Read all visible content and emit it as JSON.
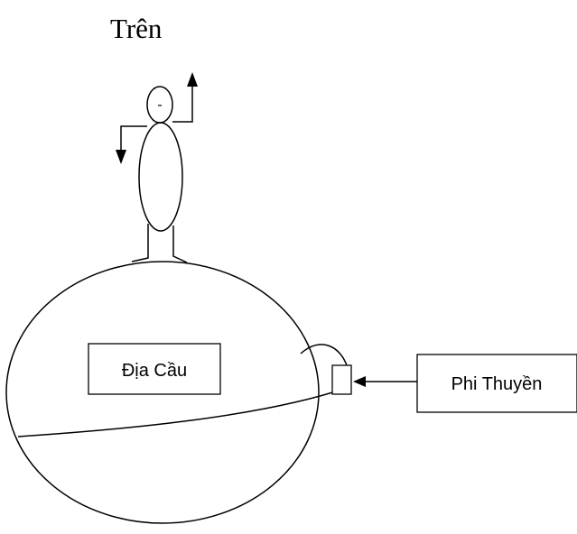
{
  "top_label": "Trên",
  "earth_label": "Địa Cầu",
  "spaceship_label": "Phi Thuyền",
  "face_mark": "-"
}
